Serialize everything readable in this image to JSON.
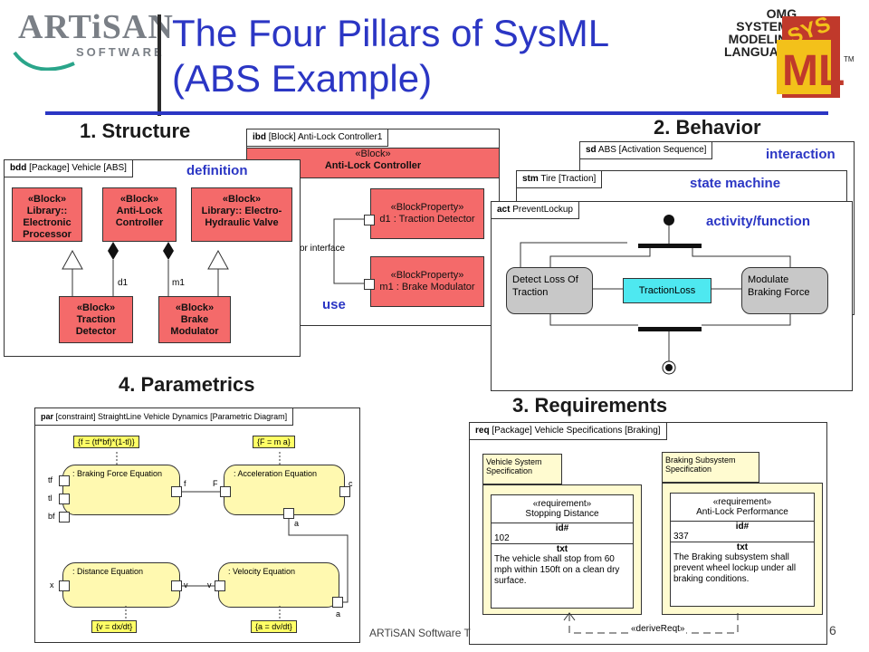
{
  "header": {
    "logo_main": "ARTiSAN",
    "logo_sub": "SOFTWARE",
    "title_line1": "The Four Pillars of SysML",
    "title_line2": "(ABS Example)",
    "omg_lines": [
      "OMG",
      "SYSTEMS",
      "MODELING",
      "LANGUAGE"
    ],
    "sysml_mark": "SYS ML",
    "tm": "TM"
  },
  "sections": {
    "structure": "1. Structure",
    "behavior": "2. Behavior",
    "requirements": "3. Requirements",
    "parametrics": "4. Parametrics"
  },
  "annotations": {
    "definition": "definition",
    "use": "use",
    "interaction": "interaction",
    "state_machine": "state machine",
    "activity": "activity/function",
    "interface": "or interface"
  },
  "bdd": {
    "tab_kw": "bdd",
    "tab_text": " [Package] Vehicle [ABS]",
    "blocks": [
      {
        "stereo": "«Block»",
        "name": "Library:: Electronic Processor"
      },
      {
        "stereo": "«Block»",
        "name": "Anti-Lock Controller"
      },
      {
        "stereo": "«Block»",
        "name": "Library:: Electro-Hydraulic Valve"
      },
      {
        "stereo": "«Block»",
        "name": "Traction Detector"
      },
      {
        "stereo": "«Block»",
        "name": "Brake Modulator"
      }
    ],
    "role_d1": "d1",
    "role_m1": "m1"
  },
  "ibd": {
    "tab_kw": "ibd",
    "tab_text": " [Block] Anti-Lock Controller1",
    "header_stereo": "«Block»",
    "header_name": "Anti-Lock Controller",
    "parts": [
      {
        "stereo": "«BlockProperty»",
        "name": "d1 : Traction Detector"
      },
      {
        "stereo": "«BlockProperty»",
        "name": "m1 : Brake Modulator"
      }
    ]
  },
  "sd": {
    "tab_kw": "sd",
    "tab_text": " ABS [Activation Sequence]"
  },
  "stm": {
    "tab_kw": "stm",
    "tab_text": " Tire [Traction]"
  },
  "act": {
    "tab_kw": "act",
    "tab_text": " PreventLockup",
    "actions": [
      "Detect Loss Of Traction",
      "Modulate Braking Force"
    ],
    "object": "TractionLoss"
  },
  "par": {
    "tab_kw": "par",
    "tab_text": " [constraint] StraightLine Vehicle Dynamics [Parametric Diagram]",
    "constraints": [
      {
        "name": ": Braking Force Equation",
        "eq": "{f = (tf*bf)*(1-tl)}"
      },
      {
        "name": ": Acceleration Equation",
        "eq": "{F = m a}"
      },
      {
        "name": ": Distance Equation",
        "eq": "{v = dx/dt}"
      },
      {
        "name": ": Velocity Equation",
        "eq": "{a = dv/dt}"
      }
    ],
    "params": {
      "tf": "tf",
      "tl": "tl",
      "bf": "bf",
      "f": "f",
      "F": "F",
      "c": "c",
      "a": "a",
      "x": "x",
      "v1": "v",
      "v2": "v",
      "a2": "a"
    }
  },
  "req": {
    "tab_kw": "req",
    "tab_text": " [Package] Vehicle Specifications [Braking]",
    "packages": [
      {
        "name": "Vehicle System Specification",
        "stereo": "«requirement»",
        "req_name": "Stopping Distance",
        "id_label": "id#",
        "id": "102",
        "txt_label": "txt",
        "txt": "The vehicle shall stop from 60 mph within 150ft on a clean dry surface."
      },
      {
        "name": "Braking Subsystem Specification",
        "stereo": "«requirement»",
        "req_name": "Anti-Lock Performance",
        "id_label": "id#",
        "id": "337",
        "txt_label": "txt",
        "txt": "The Braking subsystem shall prevent wheel lockup under all braking conditions."
      }
    ],
    "relation": "«deriveReqt»"
  },
  "footer": {
    "company": "ARTiSAN Software T",
    "page": "6"
  },
  "colors": {
    "title": "#2b36c4",
    "block_red": "#f46a6a",
    "constraint_yellow": "#fff9b0",
    "note_yellow": "#ffff66",
    "act_grey": "#c8c8c8",
    "object_cyan": "#4ee8f0"
  }
}
